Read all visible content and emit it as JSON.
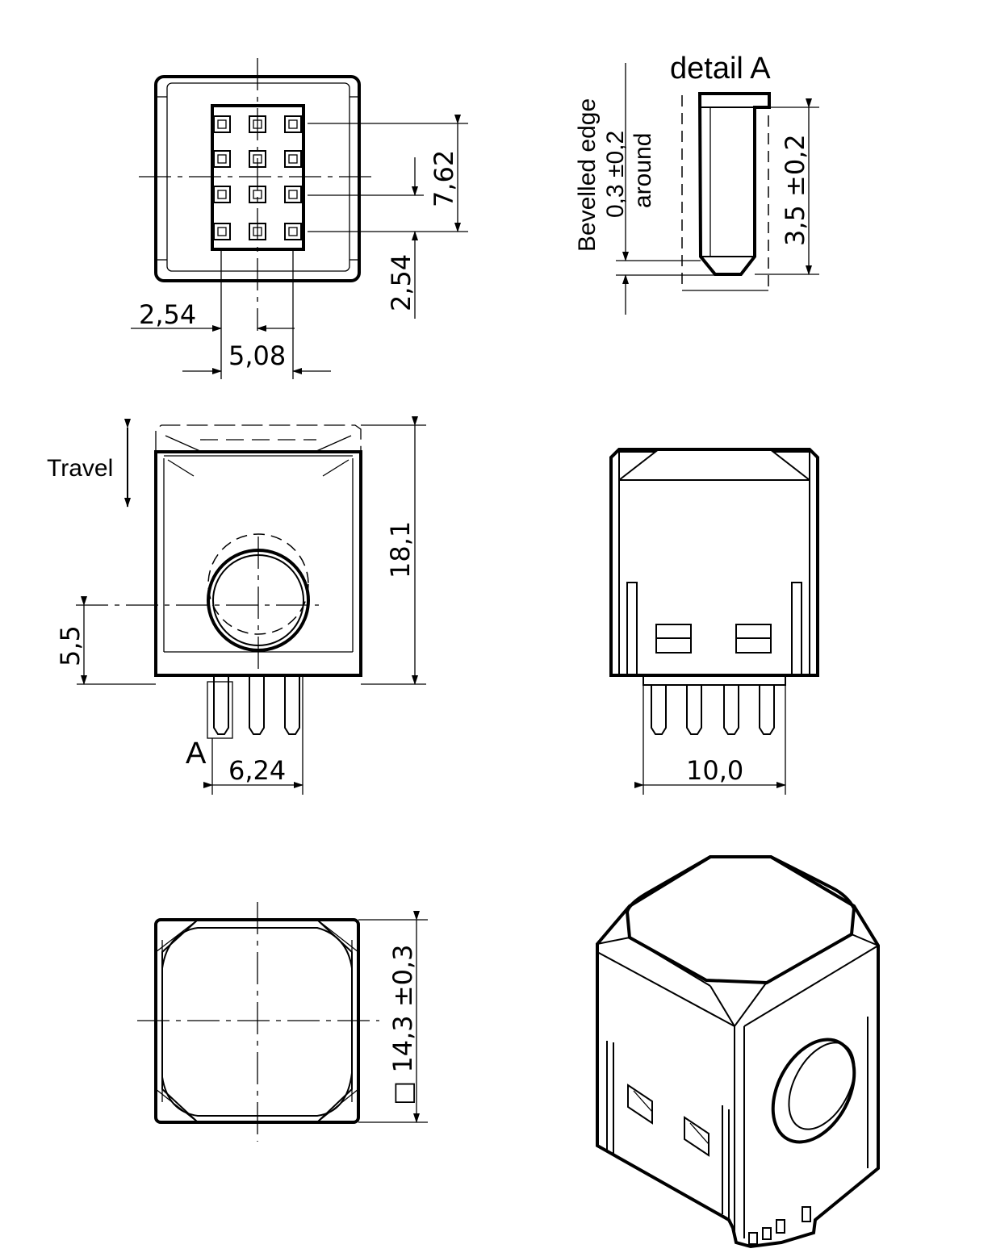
{
  "dimensions": {
    "top_pitch_h": "2,54",
    "top_span_h": "5,08",
    "top_pitch_v": "2,54",
    "top_span_v": "7,62",
    "front_height": "18,1",
    "front_center": "5,5",
    "front_pin_span": "6,24",
    "side_width": "10,0",
    "bottom_square": "□ 14,3 ±0,3",
    "detail_length": "3,5 ±0,2"
  },
  "labels": {
    "detail_title": "detail A",
    "bevel_line1": "Bevelled edge",
    "bevel_line2": "0,3 ±0,2",
    "bevel_line3": "around",
    "travel": "Travel",
    "detail_marker": "A"
  }
}
